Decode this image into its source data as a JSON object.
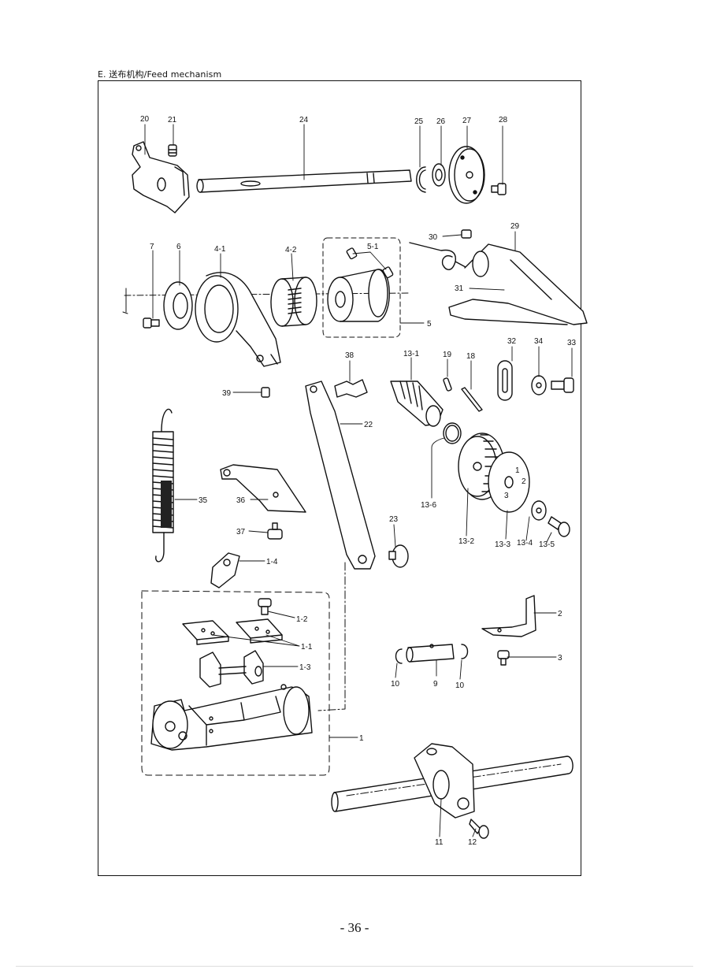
{
  "header": {
    "section_title": "E. 送布机构/Feed mechanism"
  },
  "footer": {
    "page_number": "- 36 -"
  },
  "callouts": [
    "20",
    "21",
    "24",
    "25",
    "26",
    "27",
    "28",
    "7",
    "6",
    "4-1",
    "4-2",
    "5-1",
    "5",
    "30",
    "29",
    "31",
    "38",
    "13-1",
    "19",
    "18",
    "32",
    "34",
    "33",
    "39",
    "22",
    "13-6",
    "35",
    "36",
    "37",
    "23",
    "13-2",
    "13-3",
    "13-4",
    "13-5",
    "1-4",
    "1-2",
    "1-1",
    "1-3",
    "1",
    "2",
    "3",
    "10",
    "9",
    "10",
    "11",
    "12"
  ]
}
